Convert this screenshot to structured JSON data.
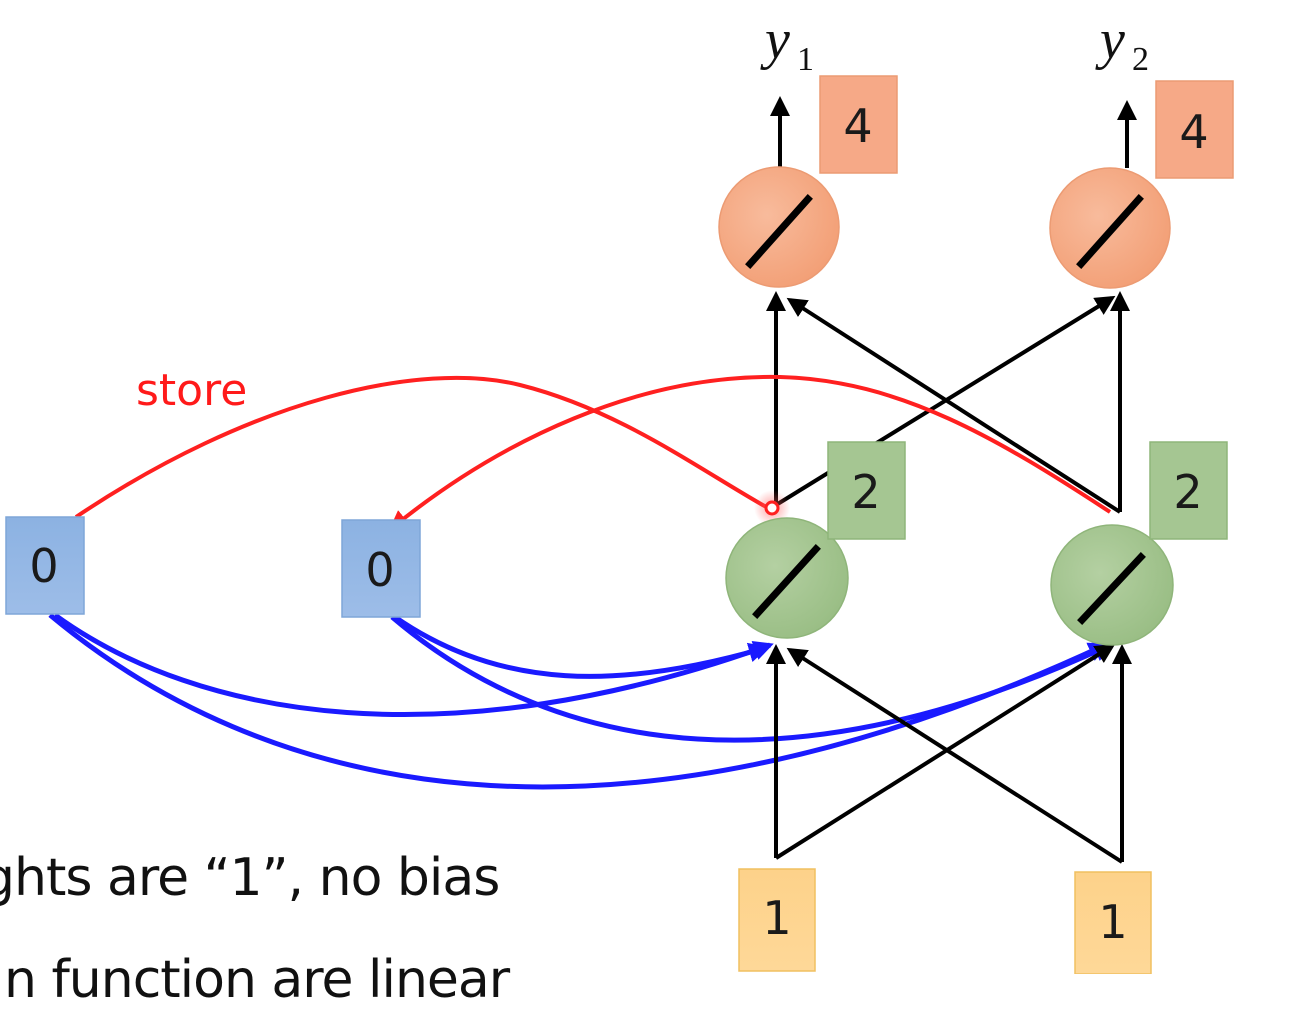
{
  "diagram": {
    "title_labels": {
      "output_1": {
        "base": "y",
        "sub": "1"
      },
      "output_2": {
        "base": "y",
        "sub": "2"
      }
    },
    "output_values": [
      "4",
      "4"
    ],
    "hidden_values": [
      "2",
      "2"
    ],
    "memory_values": [
      "0",
      "0"
    ],
    "input_values": [
      "1",
      "1"
    ],
    "store_label": "store",
    "activation_icon": "linear-activation-slash",
    "colors": {
      "output_node": "#f4a883",
      "output_box": "#f6a987",
      "hidden_node": "#a3c48f",
      "hidden_box": "#a5c692",
      "memory_box": "#8fb4e3",
      "input_box": "#fdd58a",
      "store_arrow": "#ff2020",
      "memory_arrow": "#1a1aff",
      "connection": "#000000"
    }
  },
  "captions": {
    "line1": "ghts are “1”, no bias",
    "line2": "n function are linear"
  }
}
